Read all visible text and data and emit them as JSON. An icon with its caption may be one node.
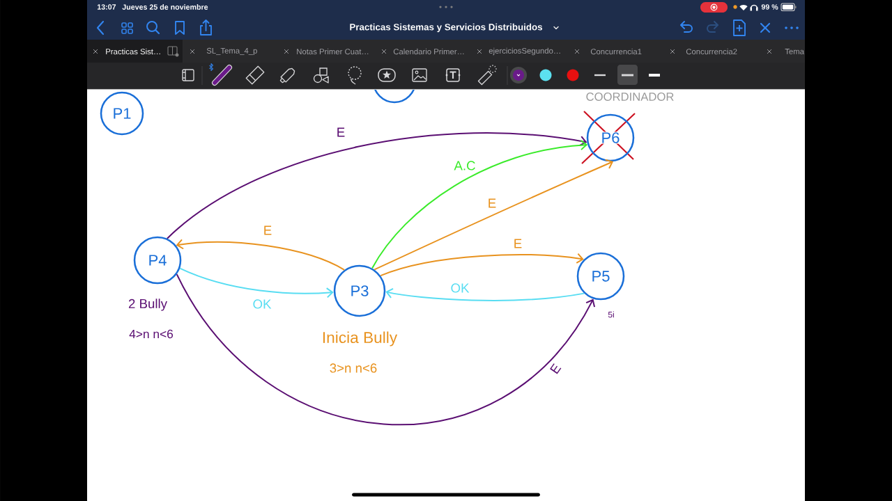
{
  "diagram": {
    "title": "Practicas Sistemas y Servicios Distribuidos",
    "nodes": [
      {
        "text": [
          "P1"
        ]
      },
      {
        "text": [],
        "shape": "circle"
      },
      {
        "text": [
          "P6"
        ],
        "beside": [
          "COORDINADOR"
        ]
      },
      {
        "text": [
          "P4"
        ],
        "beside": [
          "2 Bully",
          "4>n n<6"
        ]
      },
      {
        "text": [
          "P3"
        ],
        "beside": [
          "Inicia Bully",
          "3>n n<6"
        ]
      },
      {
        "text": [
          "P5"
        ],
        "beside": [
          "5i"
        ]
      }
    ],
    "edges": [
      {
        "from": 3,
        "to": 2,
        "arrow": "to",
        "label": "E",
        "color": "#5a0e72"
      },
      {
        "from": 4,
        "to": 2,
        "arrow": "to",
        "label": "A.C",
        "color": "#3aeb2a"
      },
      {
        "from": 4,
        "to": 2,
        "arrow": "to",
        "label": "E"
      },
      {
        "from": 4,
        "to": 3,
        "arrow": "to",
        "label": "E"
      },
      {
        "from": 4,
        "to": 5,
        "arrow": "to",
        "label": "E"
      },
      {
        "from": 3,
        "to": 4,
        "arrow": "to",
        "label": "OK",
        "color": "#58ddf2"
      },
      {
        "from": 5,
        "to": 4,
        "arrow": "to",
        "label": "OK",
        "color": "#58ddf2"
      },
      {
        "from": 3,
        "to": 5,
        "arrow": "to",
        "label": "E",
        "color": "#5a0e72"
      }
    ],
    "labels": [
      "13:07",
      "Jueves 25 de noviembre",
      "99 %",
      "Practicas Sist…",
      "SL_Tema_4_p",
      "Notas Primer Cuat…",
      "Calendario Primer…",
      "ejerciciosSegundo…",
      "Concurrencia1",
      "Concurrencia2",
      "Tema"
    ]
  }
}
